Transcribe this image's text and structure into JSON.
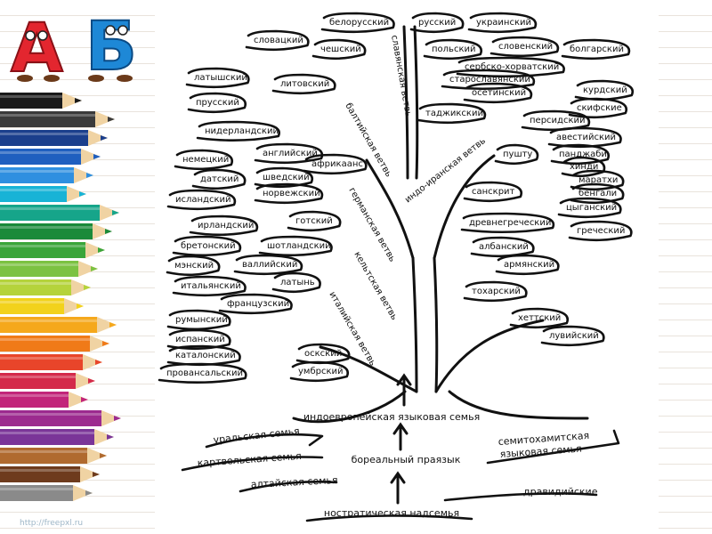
{
  "letters": {
    "a": "А",
    "b": "Б"
  },
  "watermark": "http://freepxl.ru",
  "pencil_colors": [
    "#1a1a1a",
    "#3b3b3b",
    "#1b3f8c",
    "#1f5fbf",
    "#2f8fe0",
    "#18b3d6",
    "#16a58a",
    "#1b8a3a",
    "#3aa53a",
    "#7cc242",
    "#b5d33b",
    "#f2d21c",
    "#f5a81c",
    "#f07a18",
    "#e8452a",
    "#d42a4a",
    "#c2257a",
    "#9c2b8f",
    "#7a3598",
    "#b06a2f",
    "#6e3b1d",
    "#8a8a8a"
  ],
  "colors": {
    "ink": "#111111",
    "letter_a": "#e3262f",
    "letter_b": "#1e88d6"
  },
  "tree": {
    "root": "ностратическая надсемья",
    "boreal": "бореальный праязык",
    "ie_family": "индоевропейская языковая семья",
    "branches": {
      "slavic": "славянская ветвь",
      "baltic": "балтийская ветвь",
      "indo_iranian": "индо-иранская ветвь",
      "germanic": "германская ветвь",
      "celtic": "кельтская ветвь",
      "italic": "италийская ветвь"
    },
    "languages": {
      "belarusian": "белорусский",
      "russian": "русский",
      "ukrainian": "украинский",
      "slovak": "словацкий",
      "czech": "чешский",
      "polish": "польский",
      "slovenian": "словенский",
      "bulgarian": "болгарский",
      "serbo_croatian": "сербско-хорватский",
      "old_slavonic": "старославянский",
      "latvian": "латышский",
      "lithuanian": "литовский",
      "prussian": "прусский",
      "ossetian": "осетинский",
      "kurdish": "курдский",
      "scythian": "скифские",
      "tajik": "таджикский",
      "persian": "персидский",
      "avestan": "авестийский",
      "dutch": "нидерландский",
      "german": "немецкий",
      "english": "английский",
      "afrikaans": "африкаанс",
      "danish": "датский",
      "swedish": "шведский",
      "icelandic": "исландский",
      "norwegian": "норвежский",
      "pushtu": "пушту",
      "punjabi": "панджаби",
      "hindi": "хинди",
      "marathi": "маратхи",
      "bengali": "бенгали",
      "gypsy": "цыганский",
      "sanskrit": "санскрит",
      "irish": "ирландский",
      "gothic": "готский",
      "breton": "бретонский",
      "scottish": "шотландский",
      "manx": "мэнский",
      "welsh": "валлийский",
      "italian": "итальянский",
      "latin": "латынь",
      "french": "французский",
      "romanian": "румынский",
      "spanish": "испанский",
      "catalan": "каталонский",
      "provencal": "провансальский",
      "oscan": "оскский",
      "umbrian": "умбрский",
      "greek": "греческий",
      "ancient_greek": "древнегреческий",
      "albanian": "албанский",
      "armenian": "армянский",
      "tocharian": "тохарский",
      "hittite": "хеттский",
      "luwian": "лувийский"
    },
    "families": {
      "uralic": "уральская семья",
      "kartvelian": "картвельская семья",
      "altaic": "алтайская семья",
      "semito_hamitic_1": "семитохамитская",
      "semito_hamitic_2": "языковая семья",
      "dravidian": "дравидийские"
    }
  }
}
